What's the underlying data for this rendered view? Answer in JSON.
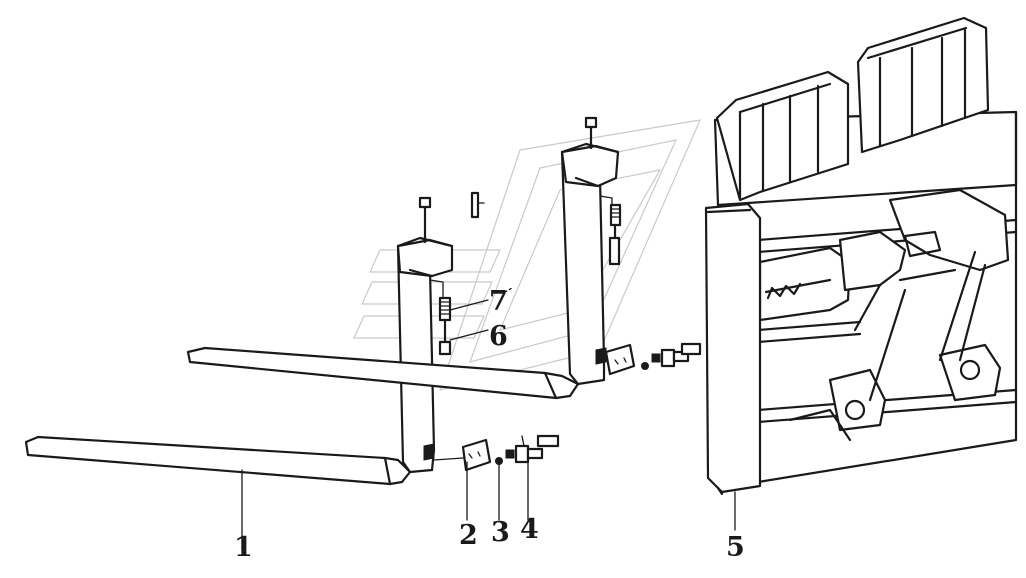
{
  "diagram": {
    "parts": [
      {
        "id": "1",
        "label": "1"
      },
      {
        "id": "2",
        "label": "2"
      },
      {
        "id": "3",
        "label": "3"
      },
      {
        "id": "4",
        "label": "4"
      },
      {
        "id": "5",
        "label": "5"
      },
      {
        "id": "6",
        "label": "6"
      },
      {
        "id": "7",
        "label": "7"
      }
    ]
  }
}
